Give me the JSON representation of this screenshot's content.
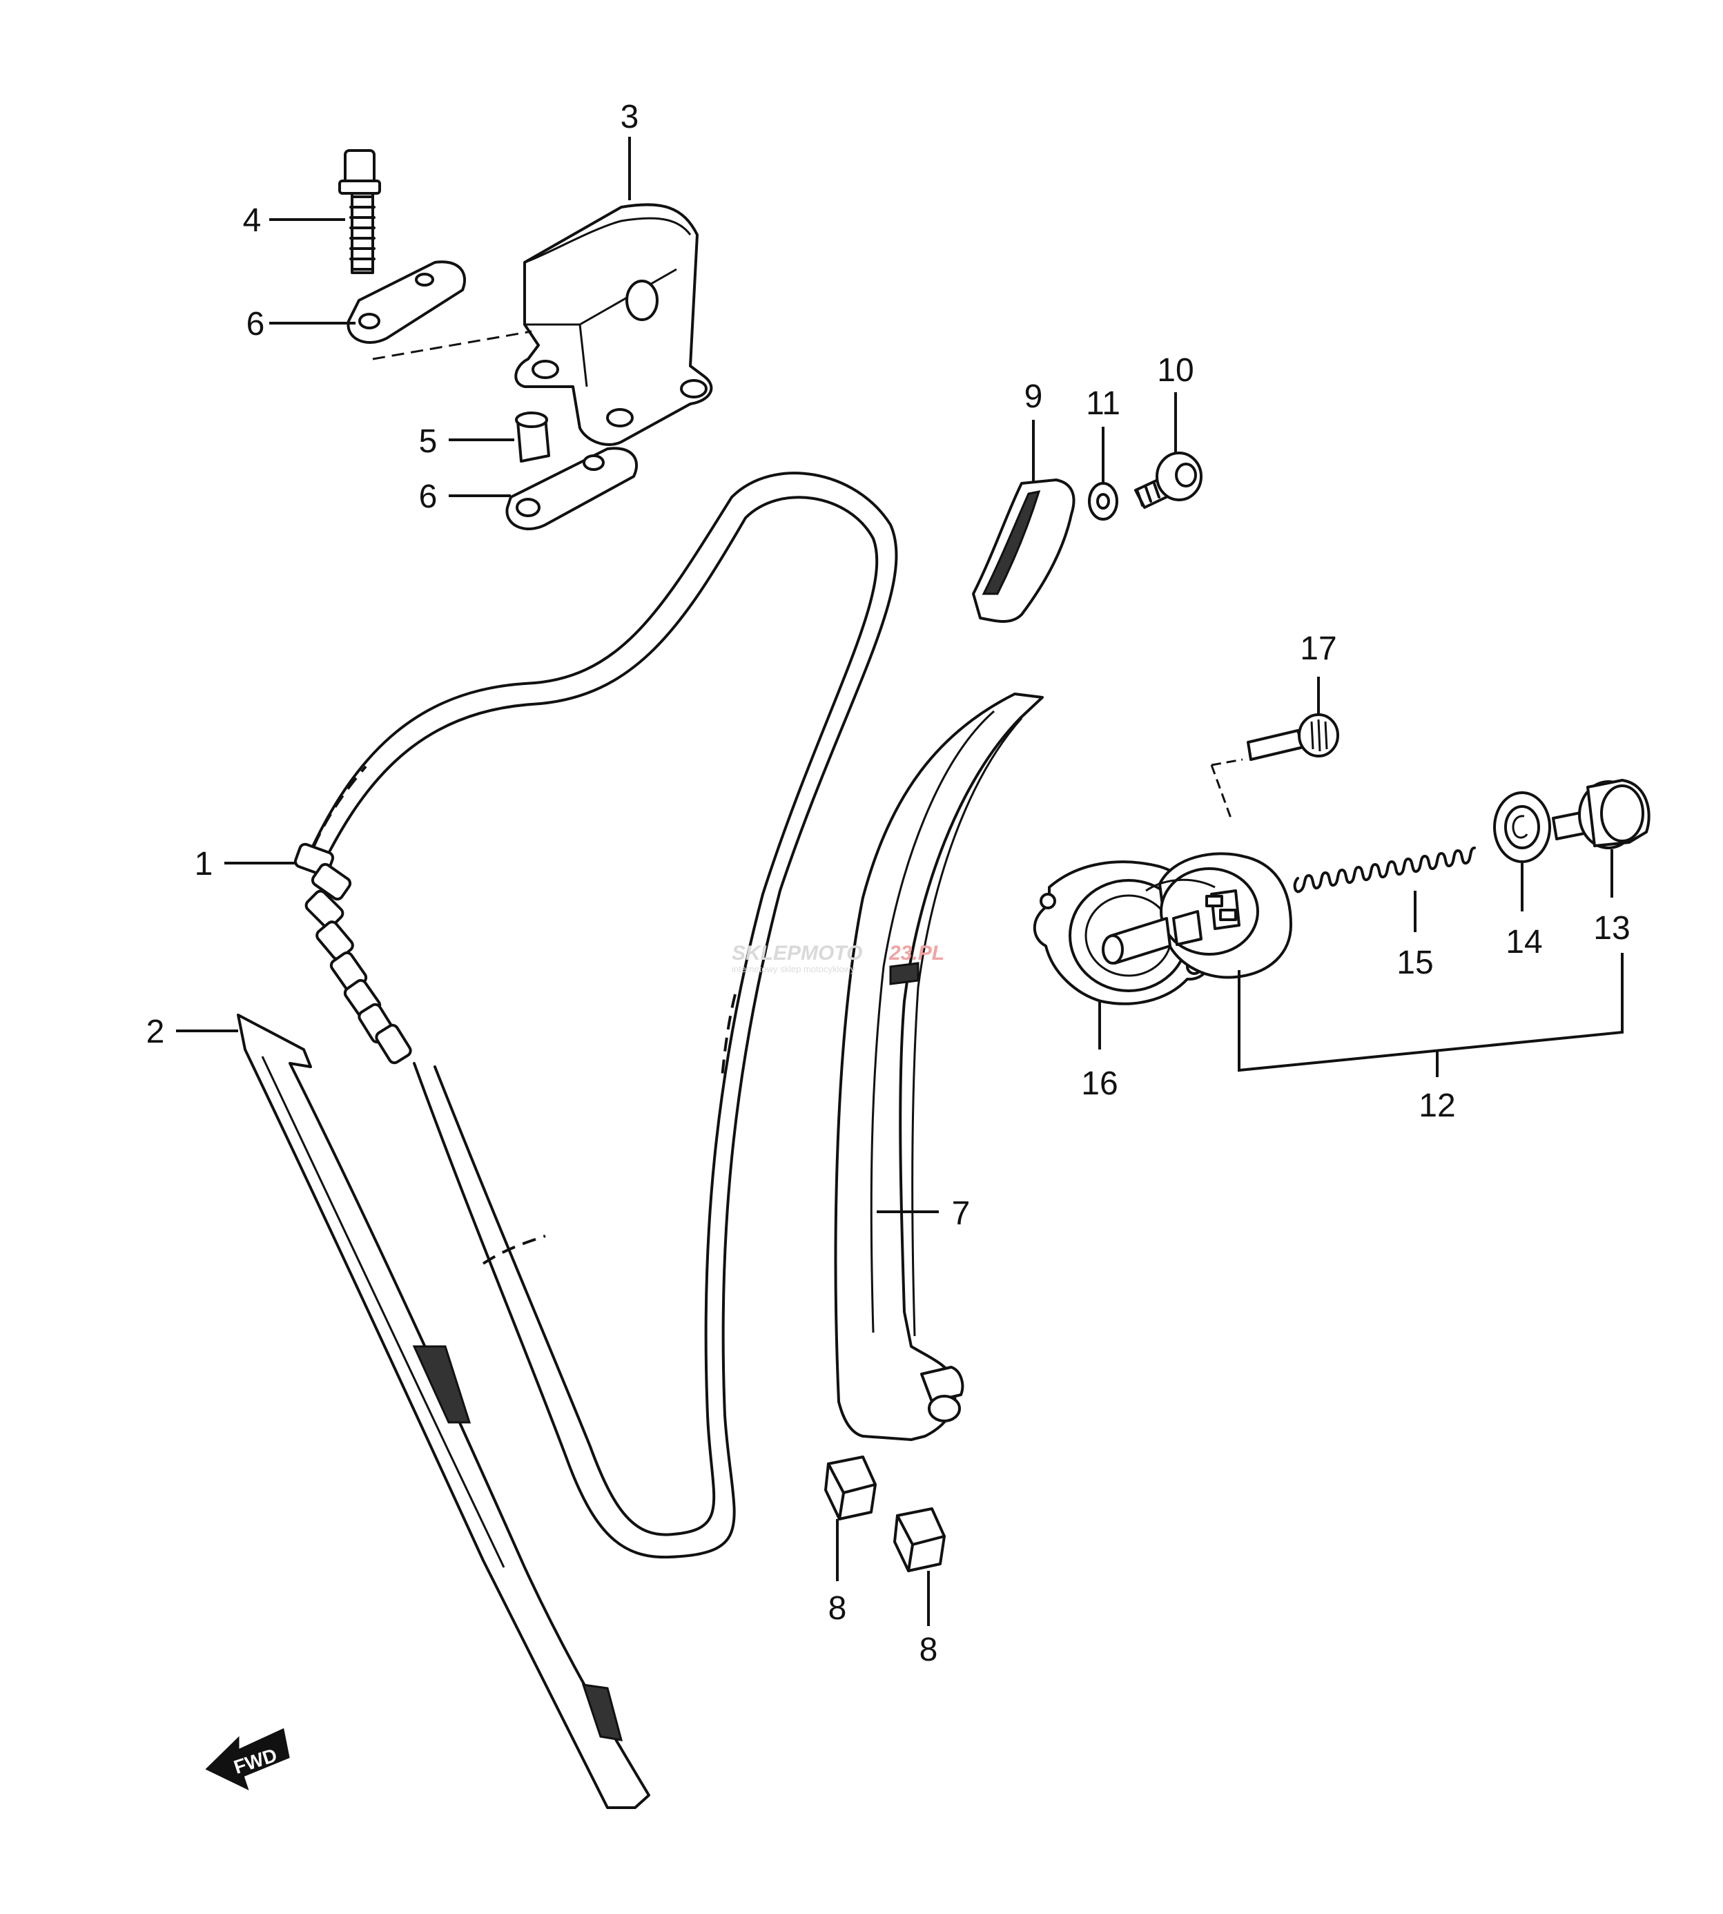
{
  "callouts": {
    "c1": "1",
    "c2": "2",
    "c3": "3",
    "c4": "4",
    "c5": "5",
    "c6a": "6",
    "c6b": "6",
    "c7": "7",
    "c8a": "8",
    "c8b": "8",
    "c9": "9",
    "c10": "10",
    "c11": "11",
    "c12": "12",
    "c13": "13",
    "c14": "14",
    "c15": "15",
    "c16": "16",
    "c17": "17"
  },
  "watermark": {
    "brand_left": "SKLEPMOTO",
    "brand_right": "23.PL",
    "tagline": "internetowy sklep motocyklowy"
  },
  "direction_marker": {
    "label": "FWD"
  },
  "colors": {
    "ink": "#111111",
    "paper": "#ffffff",
    "watermark_red": "#e05050"
  }
}
